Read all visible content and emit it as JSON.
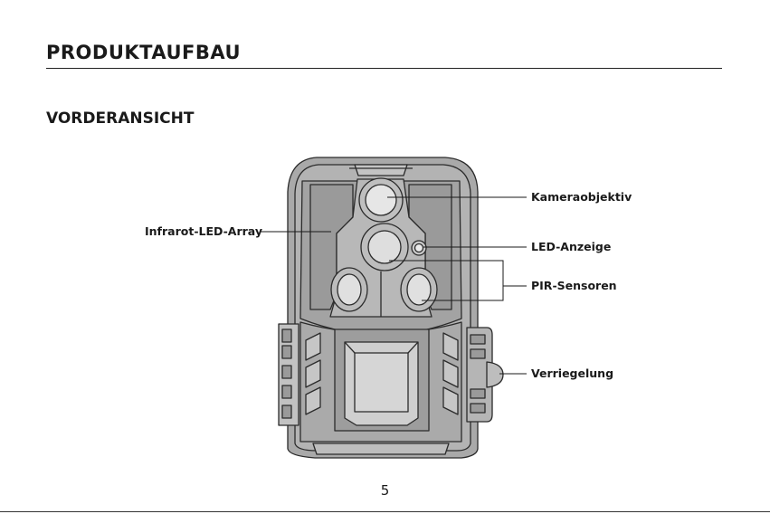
{
  "header": {
    "title": "PRODUKTAUFBAU",
    "section": "VORDERANSICHT"
  },
  "labels": {
    "lens": "Kameraobjektiv",
    "ir_array": "Infrarot-LED-Array",
    "led": "LED-Anzeige",
    "pir": "PIR-Sensoren",
    "lock": "Verriegelung"
  },
  "footer": {
    "page_number": "5"
  },
  "colors": {
    "body_fill": "#a9a9a9",
    "line": "#2b2b2b",
    "text": "#1a1a1a"
  }
}
